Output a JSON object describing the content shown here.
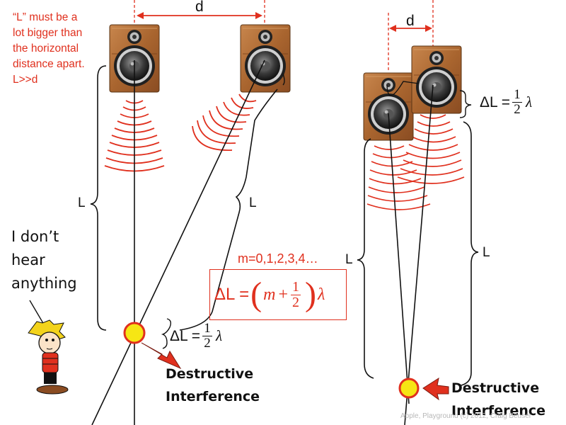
{
  "note": "“L” must be a lot bigger than the horizontal distance apart. L>>d",
  "speech": "I don’t hear anything",
  "labels": {
    "d_left": "d",
    "d_right": "d",
    "L_left_a": "L",
    "L_left_b": "L",
    "L_right_a": "L",
    "L_right_b": "L"
  },
  "equation_small": {
    "lhs": "ΔL =",
    "num": "1",
    "den": "2",
    "lambda": "λ"
  },
  "general_condition": {
    "m_values": "m=0,1,2,3,4…",
    "lhs": "ΔL =",
    "m": "m",
    "plus": "+",
    "num": "1",
    "den": "2",
    "lambda": "λ"
  },
  "destructive": {
    "line1": "Destructive",
    "line2": "Interference"
  },
  "credit": "Apple, Playground (c) 2012, Craig Beuser",
  "colors": {
    "accent": "#e0301e",
    "speaker_wood": "#b8733e",
    "point_fill": "#f6e614"
  }
}
